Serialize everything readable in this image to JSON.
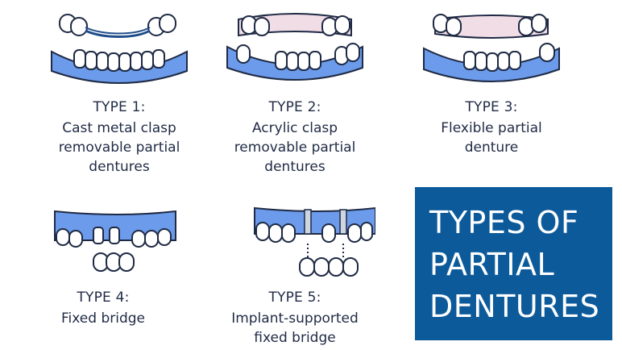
{
  "cards": [
    {
      "type": "TYPE 1:",
      "desc": "Cast metal clasp\nremovable partial\ndentures"
    },
    {
      "type": "TYPE 2:",
      "desc": "Acrylic clasp\nremovable partial\ndentures"
    },
    {
      "type": "TYPE 3:",
      "desc": "Flexible partial\ndenture"
    },
    {
      "type": "TYPE 4:",
      "desc": "Fixed bridge"
    },
    {
      "type": "TYPE 5:",
      "desc": "Implant-supported\nfixed bridge"
    }
  ],
  "title": {
    "line1": "TYPES OF",
    "line2": "PARTIAL",
    "line3": "DENTURES"
  },
  "colors": {
    "gum": "#6b9bea",
    "outline": "#1f2a44",
    "tooth": "#ffffff",
    "acrylic": "#f1dde6",
    "title_bg": "#0c5a9a"
  }
}
